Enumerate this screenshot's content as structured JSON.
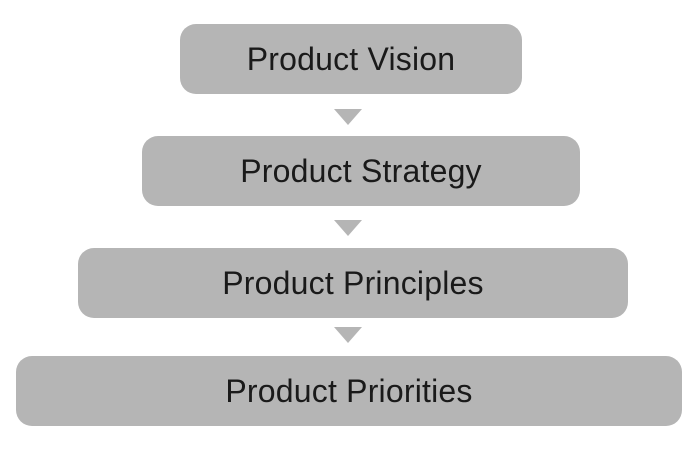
{
  "levels": [
    {
      "label": "Product Vision"
    },
    {
      "label": "Product Strategy"
    },
    {
      "label": "Product Principles"
    },
    {
      "label": "Product Priorities"
    }
  ],
  "colors": {
    "box_fill": "#b5b5b5",
    "arrow_fill": "#b5b5b5",
    "text": "#1a1a1a",
    "background": "#ffffff"
  },
  "icons": {
    "connector": "triangle-down-icon"
  }
}
